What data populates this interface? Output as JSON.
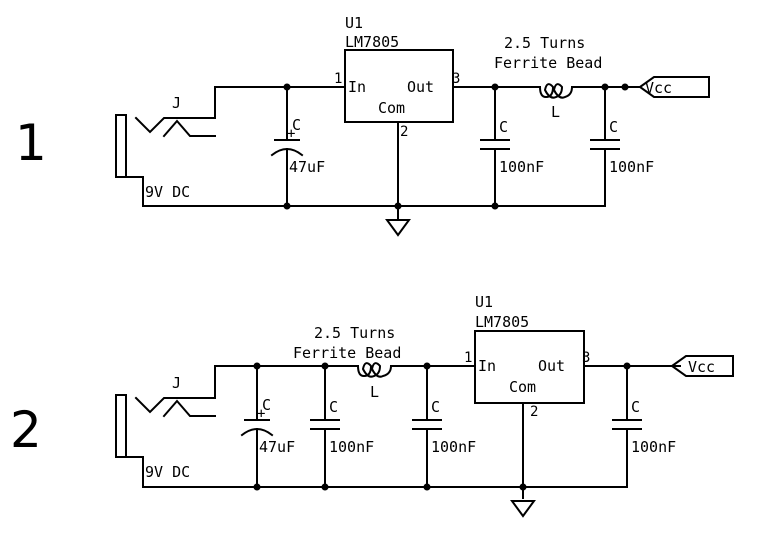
{
  "circuit1": {
    "number": "1",
    "jack_ref": "J",
    "jack_label": "9V DC",
    "cap_in_ref": "C",
    "cap_in_value": "47uF",
    "polarity": "+",
    "reg_ref": "U1",
    "reg_part": "LM7805",
    "pin_in": "In",
    "pin_out": "Out",
    "pin_com": "Com",
    "pin1": "1",
    "pin2": "2",
    "pin3": "3",
    "bead_line1": "2.5 Turns",
    "bead_line2": "Ferrite Bead",
    "ind_ref": "L",
    "cap_a_ref": "C",
    "cap_a_value": "100nF",
    "cap_b_ref": "C",
    "cap_b_value": "100nF",
    "vcc": "Vcc"
  },
  "circuit2": {
    "number": "2",
    "jack_ref": "J",
    "jack_label": "9V DC",
    "cap_in_ref": "C",
    "cap_in_value": "47uF",
    "polarity": "+",
    "reg_ref": "U1",
    "reg_part": "LM7805",
    "pin_in": "In",
    "pin_out": "Out",
    "pin_com": "Com",
    "pin1": "1",
    "pin2": "2",
    "pin3": "3",
    "bead_line1": "2.5 Turns",
    "bead_line2": "Ferrite Bead",
    "ind_ref": "L",
    "cap_a_ref": "C",
    "cap_a_value": "100nF",
    "cap_b_ref": "C",
    "cap_b_value": "100nF",
    "cap_c_ref": "C",
    "cap_c_value": "100nF",
    "vcc": "Vcc"
  }
}
